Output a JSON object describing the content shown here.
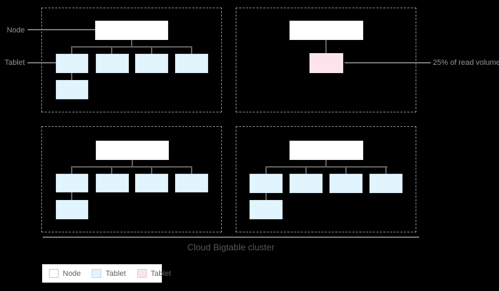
{
  "labels": {
    "node_pointer": "Node",
    "tablet_pointer": "Tablet",
    "read_volume": "25% of read volume"
  },
  "caption": "Cloud Bigtable cluster",
  "legend": {
    "items": [
      {
        "label": "Node",
        "type": "node",
        "color": "#ffffff"
      },
      {
        "label": "Tablet",
        "type": "tablet",
        "color": "#e1f5fe"
      },
      {
        "label": "Tablet",
        "type": "hot-tablet",
        "color": "#fce4ec"
      }
    ]
  },
  "diagram": {
    "quadrants": [
      {
        "position": "top-left",
        "node_boxes": 1,
        "tablet_boxes": 4,
        "overflow_tablet_boxes": 1,
        "hot_tablet_boxes": 0
      },
      {
        "position": "top-right",
        "node_boxes": 1,
        "tablet_boxes": 0,
        "overflow_tablet_boxes": 0,
        "hot_tablet_boxes": 1,
        "annotation": "25% of read volume"
      },
      {
        "position": "bottom-left",
        "node_boxes": 1,
        "tablet_boxes": 4,
        "overflow_tablet_boxes": 1,
        "hot_tablet_boxes": 0
      },
      {
        "position": "bottom-right",
        "node_boxes": 1,
        "tablet_boxes": 4,
        "overflow_tablet_boxes": 1,
        "hot_tablet_boxes": 0
      }
    ]
  },
  "colors": {
    "background": "#000000",
    "node_fill": "#ffffff",
    "node_border": "#e8eaed",
    "tablet_fill": "#e1f5fe",
    "tablet_border": "#d3dfe6",
    "hot_tablet_fill": "#fce4ec",
    "hot_tablet_border": "#f0dbe2",
    "connector": "#616161",
    "leader_line": "#757575",
    "dashed_border": "#909090",
    "label_text": "#8f9397",
    "caption_text": "#53575a",
    "cluster_line": "#757575",
    "legend_bg": "#ffffff",
    "legend_border": "#d9d9d9",
    "legend_text": "#5f6368"
  }
}
